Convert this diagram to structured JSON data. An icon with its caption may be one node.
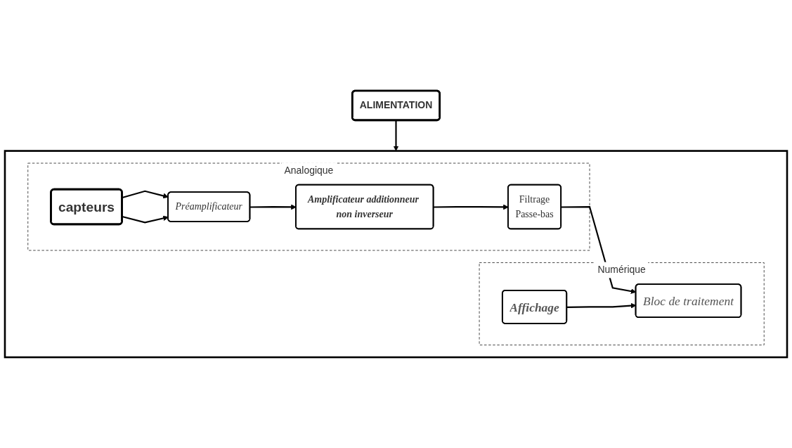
{
  "diagram": {
    "nodes": [
      {
        "text": [],
        "shape": "box"
      },
      {
        "text": [
          "Analogique"
        ],
        "in": 0
      },
      {
        "text": [
          "capteurs"
        ],
        "in": 1
      },
      {
        "text": [
          "Préamplificateur"
        ],
        "in": 1
      },
      {
        "text": [
          "Amplificateur additionneur non inverseur"
        ],
        "in": 1
      },
      {
        "text": [
          "Filtrage",
          "Passe-bas"
        ],
        "in": 1
      },
      {
        "text": [
          "Numérique"
        ],
        "in": 0
      },
      {
        "text": [
          "Affichage"
        ],
        "in": 6
      },
      {
        "text": [
          "Bloc de traitement"
        ],
        "in": 6
      },
      {
        "text": [
          "ALIMENTATION"
        ]
      }
    ],
    "edges": [
      {
        "from": 2,
        "to": 3,
        "arrow": "to"
      },
      {
        "from": 2,
        "to": 3,
        "arrow": "to"
      },
      {
        "from": 3,
        "to": 4,
        "arrow": "to"
      },
      {
        "from": 4,
        "to": 5,
        "arrow": "to"
      },
      {
        "from": 5,
        "to": 8,
        "arrow": "to"
      },
      {
        "from": 7,
        "to": 8,
        "arrow": "to"
      },
      {
        "from": 9,
        "to": 0,
        "arrow": "to"
      }
    ]
  }
}
